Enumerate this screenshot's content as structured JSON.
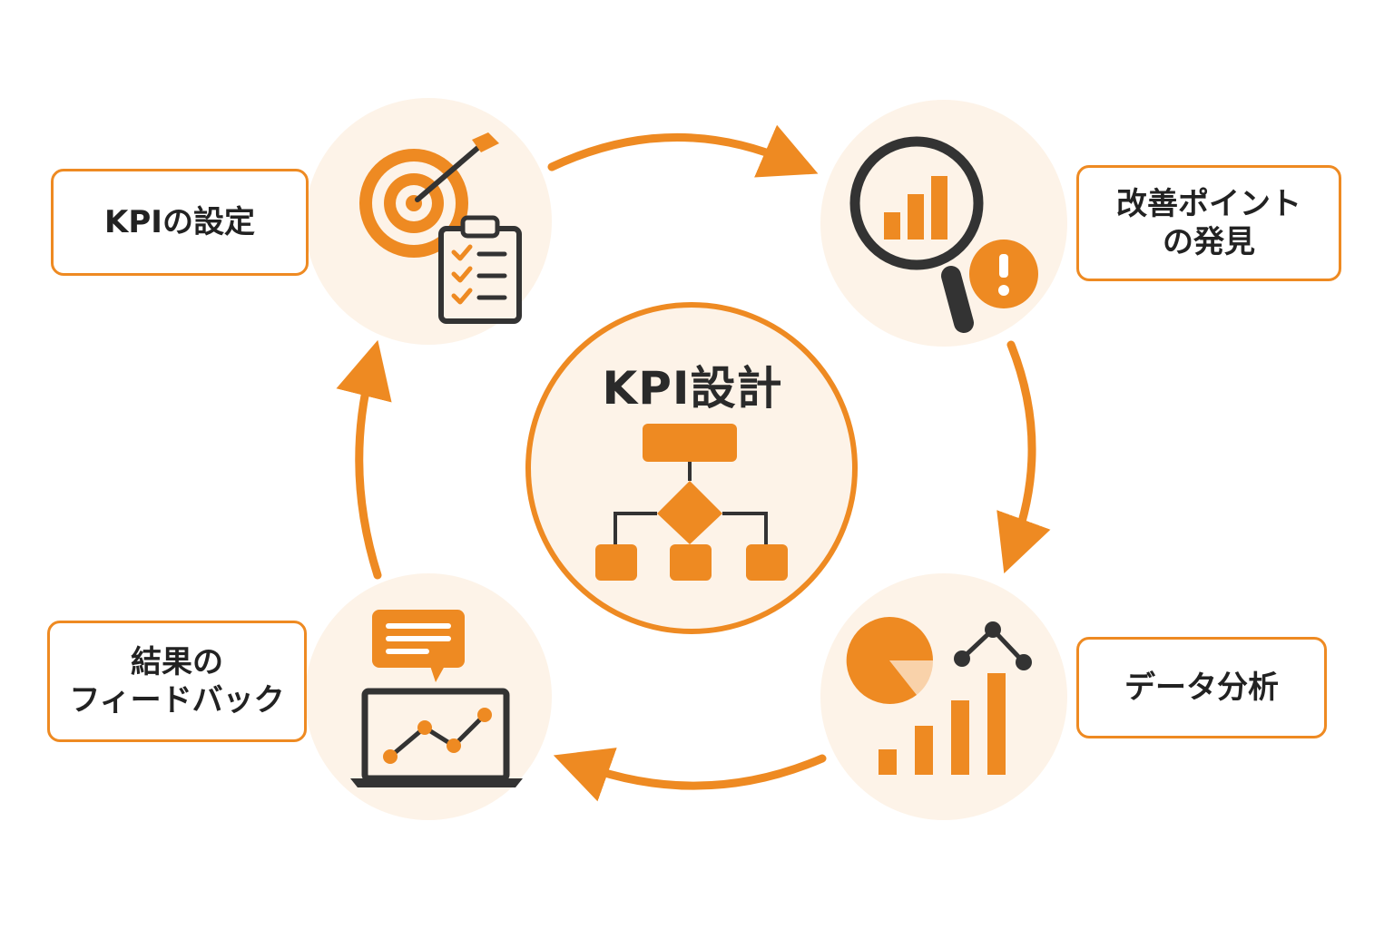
{
  "colors": {
    "accent": "#EE8A22",
    "accent_light": "#F9D2AA",
    "node_fill": "#FDF3E8",
    "dark": "#333333",
    "text": "#222222"
  },
  "center": {
    "title": "KPI設計",
    "icon": "flowchart-icon"
  },
  "steps": [
    {
      "id": "kpi-setting",
      "lines": [
        "KPIの設定"
      ],
      "icon": "target-checklist-icon"
    },
    {
      "id": "improvement",
      "lines": [
        "改善ポイント",
        "の発見"
      ],
      "icon": "magnifier-chart-alert-icon"
    },
    {
      "id": "analysis",
      "lines": [
        "データ分析"
      ],
      "icon": "pie-bar-chart-icon"
    },
    {
      "id": "feedback",
      "lines": [
        "結果の",
        "フィードバック"
      ],
      "icon": "laptop-chat-chart-icon"
    }
  ],
  "cycle": {
    "direction": "clockwise",
    "order": [
      "kpi-setting",
      "improvement",
      "analysis",
      "feedback"
    ]
  }
}
